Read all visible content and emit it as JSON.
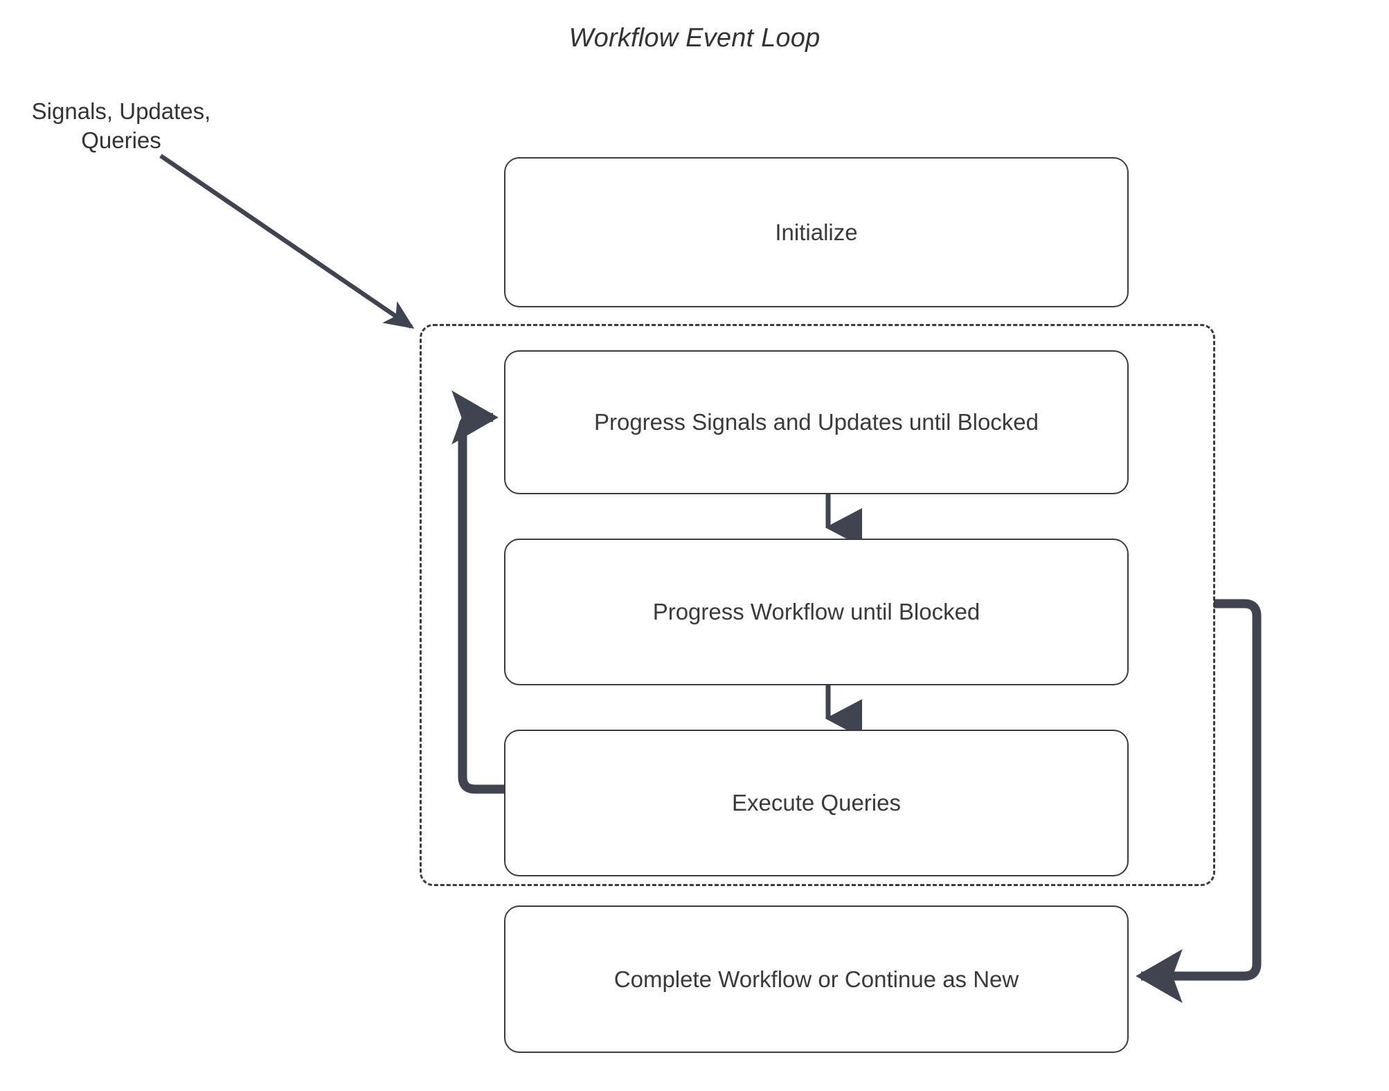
{
  "diagram": {
    "title": "Workflow Event Loop",
    "external_input_label": "Signals, Updates,\nQueries",
    "colors": {
      "node_border": "#3b3b3b",
      "text": "#3a3a3a",
      "arrow": "#3f4450",
      "dashed_border": "#3b3b3b",
      "background": "#ffffff"
    },
    "nodes": [
      {
        "id": "initialize",
        "label": "Initialize"
      },
      {
        "id": "progress-signals",
        "label": "Progress Signals and Updates until Blocked"
      },
      {
        "id": "progress-workflow",
        "label": "Progress Workflow until Blocked"
      },
      {
        "id": "execute-queries",
        "label": "Execute Queries"
      },
      {
        "id": "complete-workflow",
        "label": "Complete Workflow or Continue as New"
      }
    ],
    "loop_group": {
      "id": "event-loop-region",
      "style": "dashed",
      "contains": [
        "progress-signals",
        "progress-workflow",
        "execute-queries"
      ]
    },
    "edges": [
      {
        "id": "external-input-edge",
        "from": "Signals, Updates, Queries",
        "to": "event-loop-region",
        "style": "solid-arrow"
      },
      {
        "id": "signals-to-workflow-edge",
        "from": "progress-signals",
        "to": "progress-workflow",
        "style": "solid-arrow"
      },
      {
        "id": "workflow-to-queries-edge",
        "from": "progress-workflow",
        "to": "execute-queries",
        "style": "solid-arrow"
      },
      {
        "id": "loop-back-edge",
        "from": "execute-queries",
        "to": "progress-signals",
        "style": "thick-arrow"
      },
      {
        "id": "exit-to-complete-edge",
        "from": "event-loop-region",
        "to": "complete-workflow",
        "style": "thick-arrow"
      }
    ]
  }
}
